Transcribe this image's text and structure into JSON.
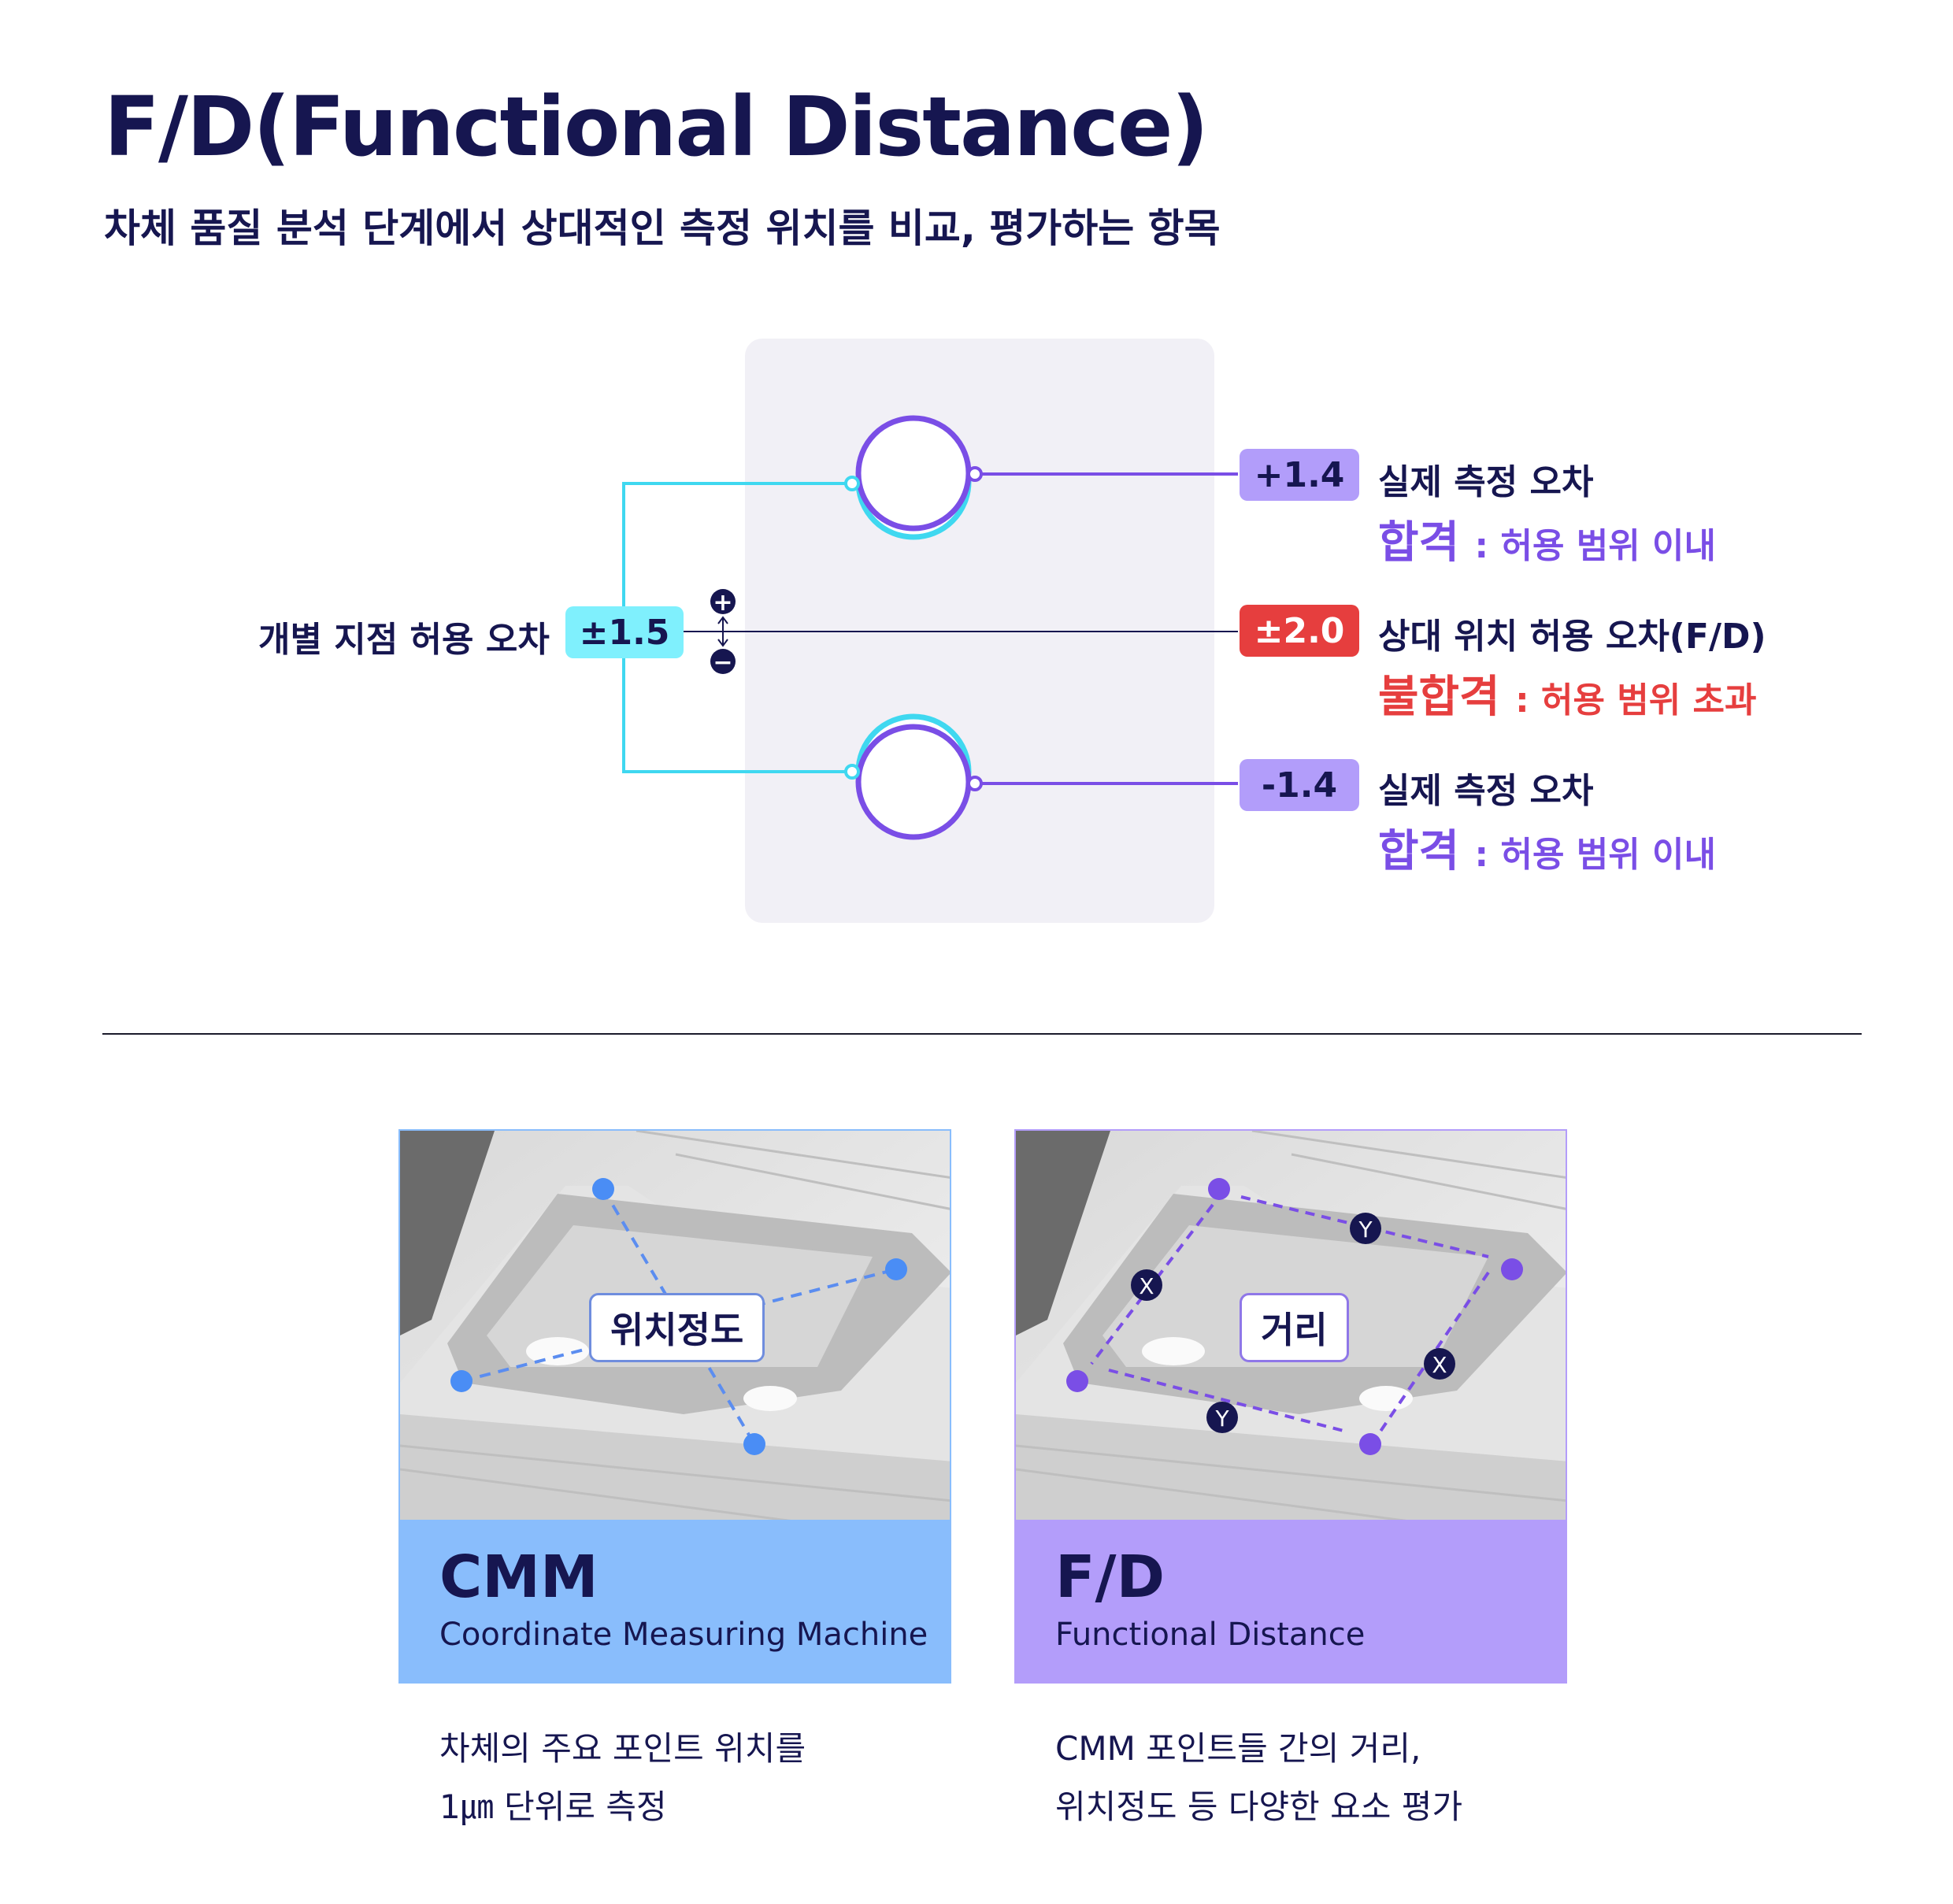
{
  "header": {
    "title": "F/D(Functional Distance)",
    "subtitle": "차체 품질 분석 단계에서 상대적인 측정 위치를 비교, 평가하는 항목"
  },
  "diagram": {
    "tolerance_label": "개별 지점 허용 오차",
    "tolerance_value": "±1.5",
    "plus_symbol": "+",
    "minus_symbol": "−",
    "top": {
      "value": "+1.4",
      "label": "실제 측정 오차",
      "verdict": "합격",
      "verdict_detail": ": 허용 범위 이내"
    },
    "middle": {
      "value": "±2.0",
      "label": "상대 위치 허용 오차(F/D)",
      "verdict": "불합격",
      "verdict_detail": ": 허용 범위 초과"
    },
    "bottom": {
      "value": "-1.4",
      "label": "실제 측정 오차",
      "verdict": "합격",
      "verdict_detail": ": 허용 범위 이내"
    }
  },
  "cards": [
    {
      "tag": "위치정도",
      "title": "CMM",
      "subtitle": "Coordinate Measuring Machine",
      "desc_line1": "차체의 주요 포인트 위치를",
      "desc_line2": "1㎛ 단위로 측정"
    },
    {
      "tag": "거리",
      "title": "F/D",
      "subtitle": "Functional Distance",
      "desc_line1": "CMM 포인트들 간의 거리,",
      "desc_line2": "위치정도 등 다양한 요소 평가",
      "axis_x": "X",
      "axis_y": "Y"
    }
  ],
  "colors": {
    "navy": "#161650",
    "cyan": "#3fd8f0",
    "purple": "#7a4ee6",
    "lavender": "#b29dfa",
    "red": "#e63e3e",
    "blue_band": "#89bdfc",
    "purple_band": "#b39dfa",
    "panel": "#f1f0f6"
  }
}
